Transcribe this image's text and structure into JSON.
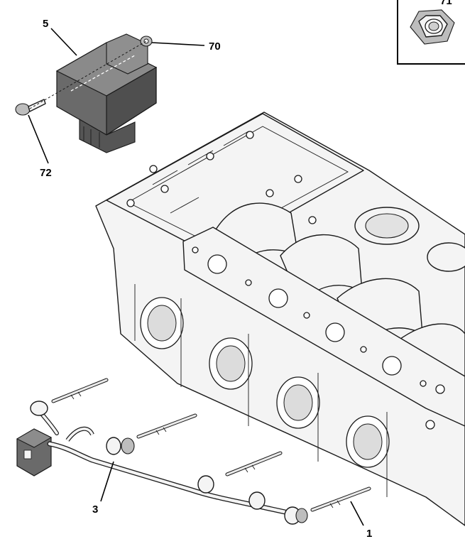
{
  "callouts": {
    "relay": "5",
    "washer": "70",
    "screw": "72",
    "harness": "3",
    "glow_plug": "1",
    "nut": "71"
  },
  "colors": {
    "outline": "#1a1a1a",
    "part_fill": "#f4f4f4",
    "relay_body": "#6a6a6a",
    "background": "#ffffff"
  }
}
